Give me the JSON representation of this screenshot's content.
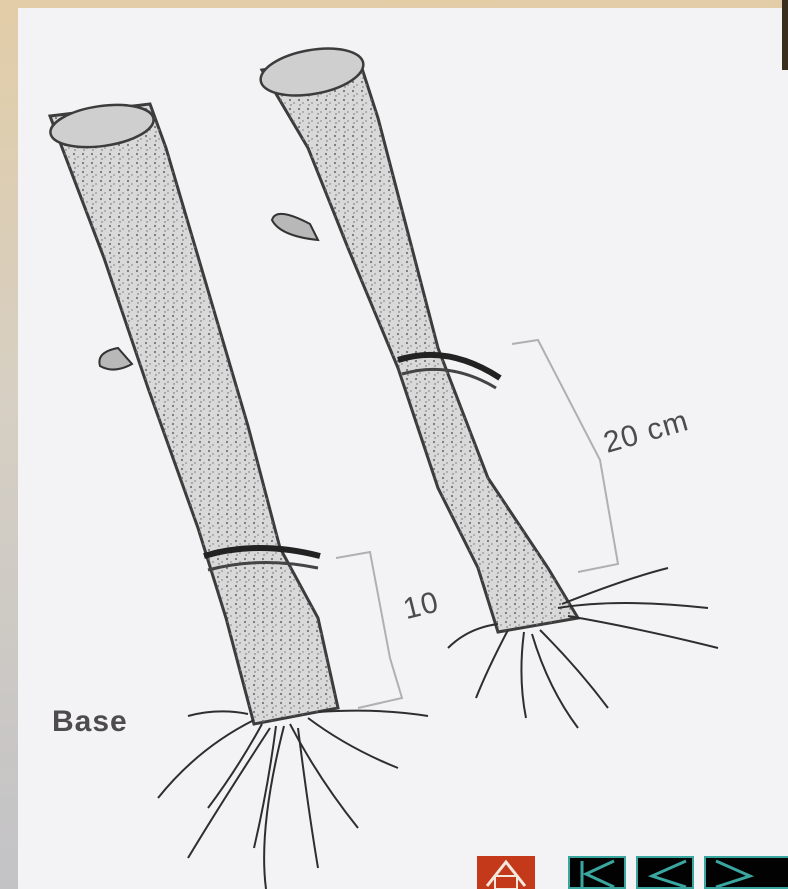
{
  "figure": {
    "labels": {
      "long_distance": "20 cm",
      "short_distance": "10",
      "base": "Base"
    }
  },
  "navigation": {
    "home_icon": "home-icon",
    "first_icon": "first-page-icon",
    "prev_icon": "previous-icon",
    "next_icon": "next-icon",
    "colors": {
      "home_bg": "#c4391a",
      "button_bg": "#020202",
      "button_border": "#3aa6a0"
    }
  }
}
